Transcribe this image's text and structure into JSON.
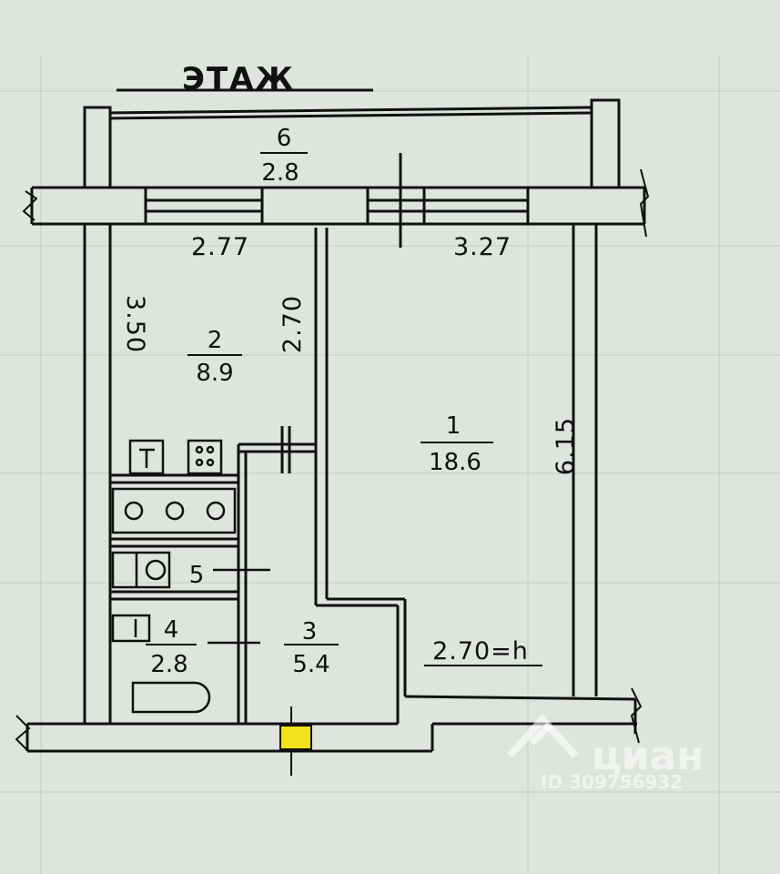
{
  "header": {
    "floor_label": "ЭТАЖ"
  },
  "rooms": [
    {
      "number": "6",
      "area": "2.8"
    },
    {
      "number": "2",
      "area": "8.9"
    },
    {
      "number": "1",
      "area": "18.6"
    },
    {
      "number": "5",
      "area": ""
    },
    {
      "number": "4",
      "area": "2.8"
    },
    {
      "number": "3",
      "area": "5.4"
    }
  ],
  "dimensions": {
    "kitchen_width": "2.77",
    "room_width": "3.27",
    "kitchen_depth": "3.50",
    "partition_length": "2.70",
    "room_depth": "6.15",
    "ceiling_height": "2.70=h"
  },
  "watermark": {
    "brand": "циан",
    "id_text": "ID 309756932"
  },
  "colors": {
    "paper": "#dfe4de",
    "ink": "#111111",
    "entrance_marker": "#f2e21c"
  }
}
